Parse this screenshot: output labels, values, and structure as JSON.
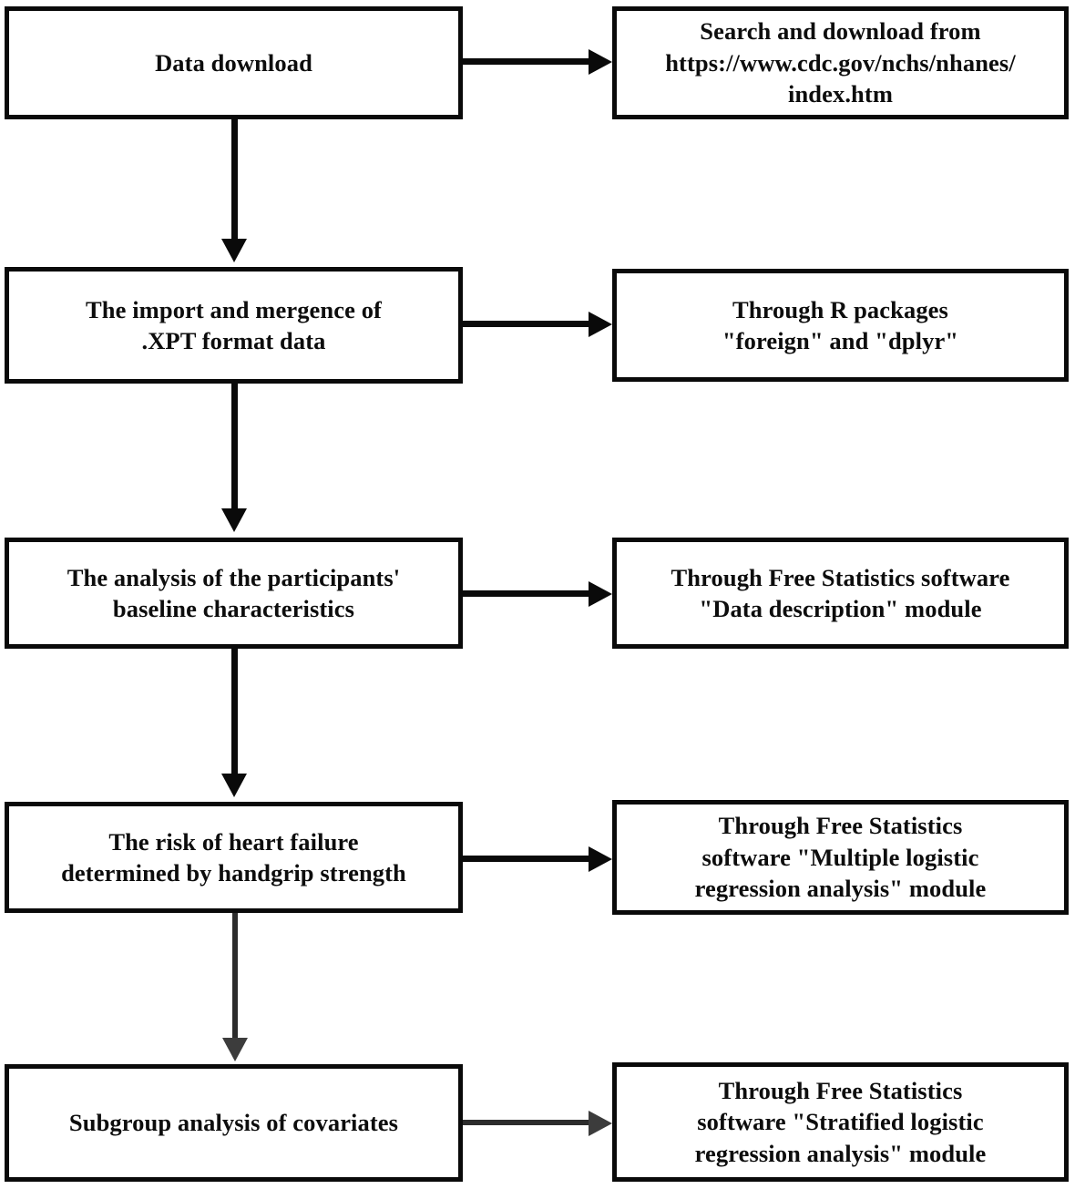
{
  "diagram": {
    "title": "Study workflow flowchart",
    "type": "flowchart",
    "colors": {
      "stroke": "#0a0a0a",
      "fill": "#ffffff",
      "text": "#0d0d0d",
      "muted_arrow": "#3c3c3c"
    },
    "steps": [
      {
        "id": "step-1",
        "left": "Data download",
        "right": "Search and download from\nhttps://www.cdc.gov/nchs/nhanes/\nindex.htm"
      },
      {
        "id": "step-2",
        "left": "The import and mergence of\n.XPT format data",
        "right": "Through R packages\n\"foreign\" and \"dplyr\""
      },
      {
        "id": "step-3",
        "left": "The analysis of the participants'\nbaseline characteristics",
        "right": "Through  Free Statistics software\n\"Data description\" module"
      },
      {
        "id": "step-4",
        "left": "The risk of heart failure\ndetermined by handgrip strength",
        "right": "Through  Free Statistics\nsoftware \"Multiple logistic\nregression analysis\" module"
      },
      {
        "id": "step-5",
        "left": "Subgroup analysis of covariates",
        "right": "Through  Free Statistics\nsoftware \"Stratified logistic\nregression analysis\" module"
      }
    ],
    "connectors": {
      "vertical_label": "flow-down",
      "horizontal_label": "flow-right"
    }
  }
}
